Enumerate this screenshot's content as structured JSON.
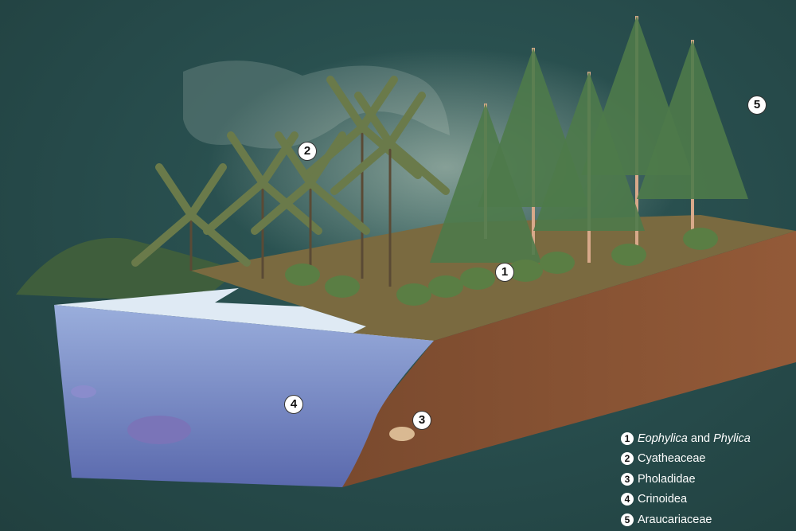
{
  "markers": [
    "1",
    "2",
    "3",
    "4",
    "5"
  ],
  "legend": [
    {
      "num": "1",
      "italic1": "Eophylica",
      "mid": " and ",
      "italic2": "Phylica"
    },
    {
      "num": "2",
      "label": "Cyatheaceae"
    },
    {
      "num": "3",
      "label": "Pholadidae"
    },
    {
      "num": "4",
      "label": "Crinoidea"
    },
    {
      "num": "5",
      "label": "Araucariaceae"
    }
  ],
  "colors": {
    "background": "#264a4a",
    "soil": "#8a5434",
    "water": "#5b6fae",
    "land": "#7a6a40",
    "foliage": "#4e7a4a"
  }
}
